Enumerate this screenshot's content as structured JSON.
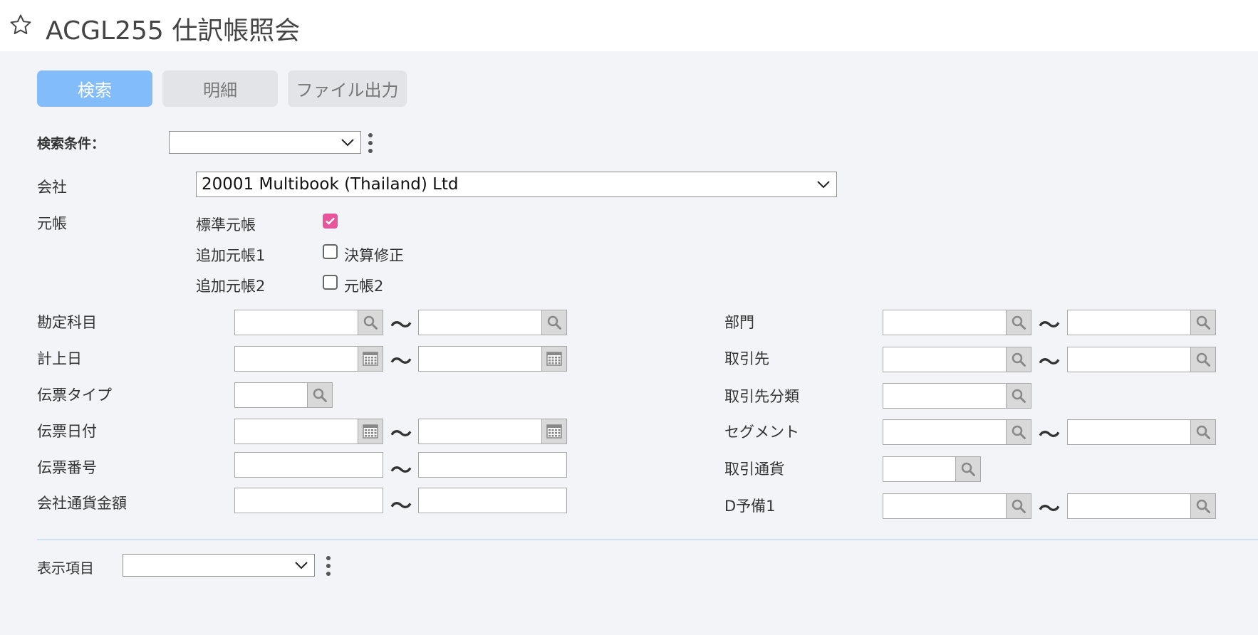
{
  "header": {
    "title": "ACGL255 仕訳帳照会"
  },
  "toolbar": {
    "search_label": "検索",
    "detail_label": "明細",
    "export_label": "ファイル出力"
  },
  "search_condition": {
    "label": "検索条件：",
    "value": ""
  },
  "company": {
    "label": "会社",
    "value": "20001 Multibook (Thailand) Ltd"
  },
  "ledger": {
    "label": "元帳",
    "rows": [
      {
        "label": "標準元帳",
        "checked": true,
        "option_label": ""
      },
      {
        "label": "追加元帳1",
        "checked": false,
        "option_label": "決算修正"
      },
      {
        "label": "追加元帳2",
        "checked": false,
        "option_label": "元帳2"
      }
    ]
  },
  "tilde": "〜",
  "left_fields": [
    {
      "label": "勘定科目"
    },
    {
      "label": "計上日"
    },
    {
      "label": "伝票タイプ"
    },
    {
      "label": "伝票日付"
    },
    {
      "label": "伝票番号"
    },
    {
      "label": "会社通貨金額"
    }
  ],
  "right_fields": [
    {
      "label": "部門"
    },
    {
      "label": "取引先"
    },
    {
      "label": "取引先分類"
    },
    {
      "label": "セグメント"
    },
    {
      "label": "取引通貨"
    },
    {
      "label": "D予備1"
    }
  ],
  "display_items": {
    "label": "表示項目",
    "value": ""
  }
}
